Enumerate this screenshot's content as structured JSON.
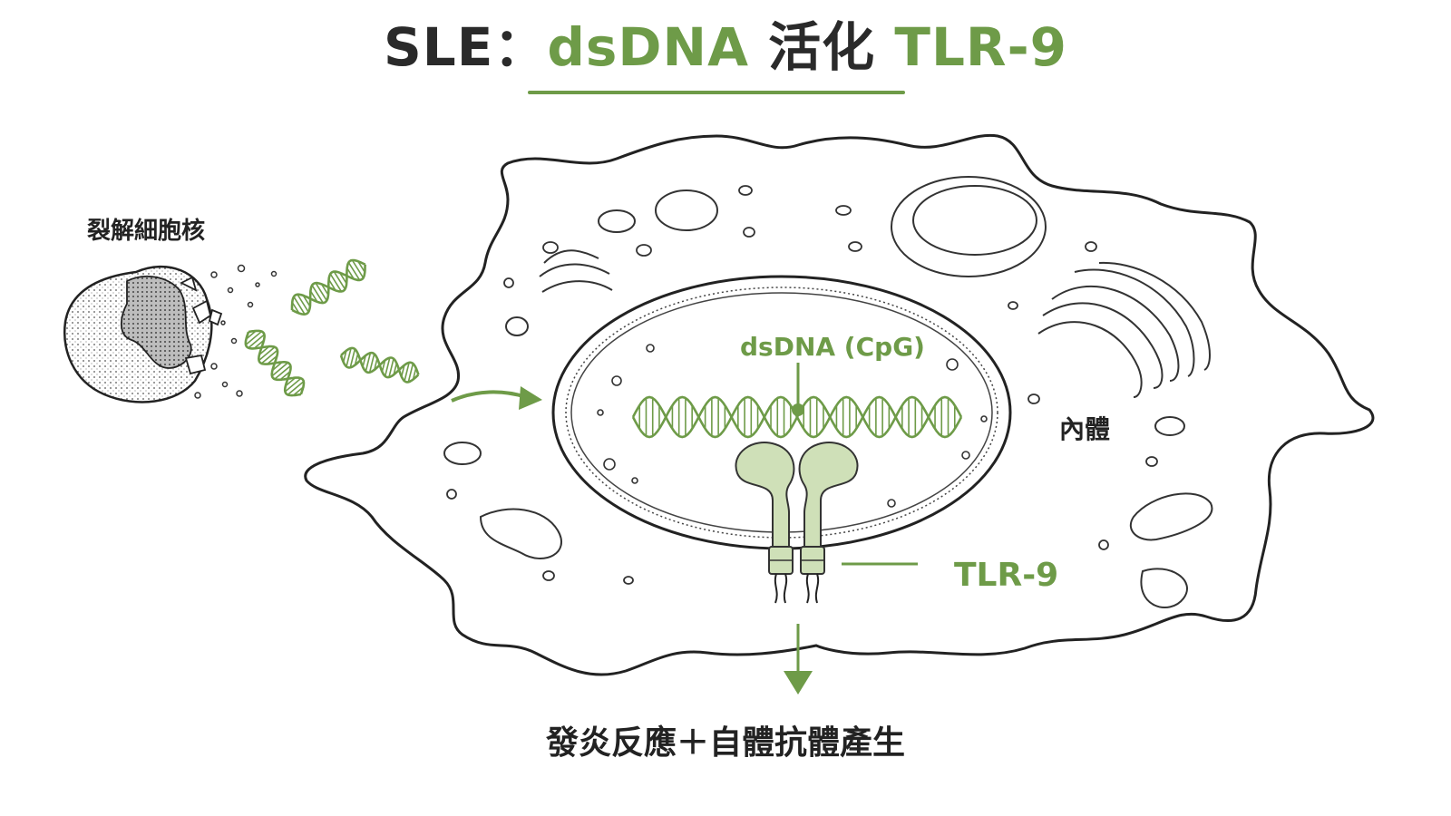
{
  "title": {
    "part1": "SLE：",
    "part2": "dsDNA",
    "part3": "活化",
    "part4": "TLR-9"
  },
  "labels": {
    "lysed_nucleus": "裂解細胞核",
    "endosome": "內體",
    "dsdna": "dsDNA (CpG)",
    "receptor": "TLR-9",
    "outcome": "發炎反應＋自體抗體產生"
  },
  "colors": {
    "accent": "#6e9b48",
    "accent_light": "#cfe0b8",
    "ink": "#222222"
  }
}
